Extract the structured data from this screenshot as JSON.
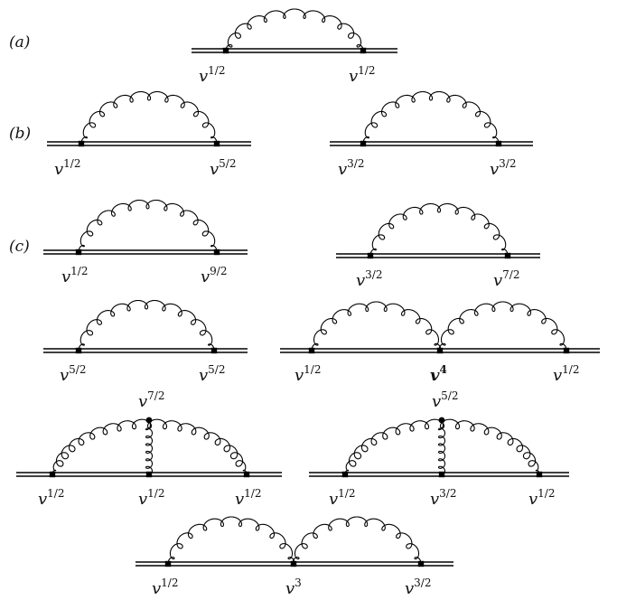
{
  "rows": {
    "a": {
      "label": "(a)"
    },
    "b": {
      "label": "(b)"
    },
    "c": {
      "label": "(c)"
    }
  },
  "diagrams": [
    {
      "id": "a1",
      "row": "(a)",
      "vertices": [
        {
          "base": "v",
          "exp": "1/2"
        },
        {
          "base": "v",
          "exp": "1/2"
        }
      ]
    },
    {
      "id": "b1",
      "row": "(b)",
      "vertices": [
        {
          "base": "v",
          "exp": "1/2"
        },
        {
          "base": "v",
          "exp": "5/2"
        }
      ]
    },
    {
      "id": "b2",
      "row": "(b)",
      "vertices": [
        {
          "base": "v",
          "exp": "3/2"
        },
        {
          "base": "v",
          "exp": "3/2"
        }
      ]
    },
    {
      "id": "c1",
      "row": "(c)",
      "vertices": [
        {
          "base": "v",
          "exp": "1/2"
        },
        {
          "base": "v",
          "exp": "9/2"
        }
      ]
    },
    {
      "id": "c2",
      "row": "(c)",
      "vertices": [
        {
          "base": "v",
          "exp": "3/2"
        },
        {
          "base": "v",
          "exp": "7/2"
        }
      ]
    },
    {
      "id": "c3",
      "row": "(c)",
      "vertices": [
        {
          "base": "v",
          "exp": "5/2"
        },
        {
          "base": "v",
          "exp": "5/2"
        }
      ]
    },
    {
      "id": "c4",
      "row": "(c)",
      "vertices": [
        {
          "base": "v",
          "exp": "1/2"
        },
        {
          "base": "v",
          "exp": "4",
          "bold": true
        },
        {
          "base": "v",
          "exp": "1/2"
        }
      ]
    },
    {
      "id": "c5",
      "row": "(c)",
      "vertices": [
        {
          "base": "v",
          "exp": "1/2"
        },
        {
          "base": "v",
          "exp": "1/2"
        },
        {
          "base": "v",
          "exp": "1/2"
        },
        {
          "base": "v",
          "exp": "7/2"
        }
      ]
    },
    {
      "id": "c6",
      "row": "(c)",
      "vertices": [
        {
          "base": "v",
          "exp": "1/2"
        },
        {
          "base": "v",
          "exp": "3/2"
        },
        {
          "base": "v",
          "exp": "1/2"
        },
        {
          "base": "v",
          "exp": "5/2"
        }
      ]
    },
    {
      "id": "c7",
      "row": "(c)",
      "vertices": [
        {
          "base": "v",
          "exp": "1/2"
        },
        {
          "base": "v",
          "exp": "3"
        },
        {
          "base": "v",
          "exp": "3/2"
        }
      ]
    }
  ]
}
